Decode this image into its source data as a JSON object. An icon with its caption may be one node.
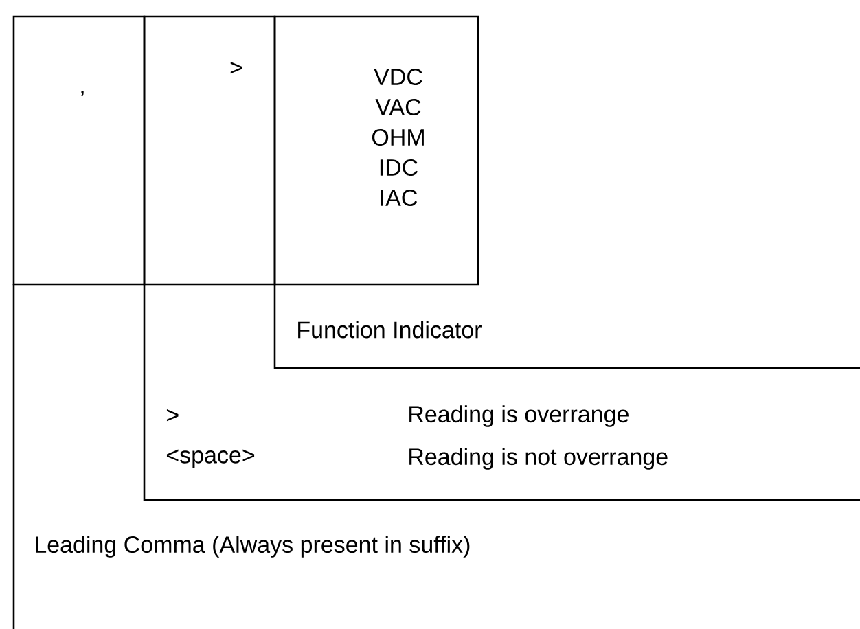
{
  "diagram": {
    "nodes": [
      {
        "text": [
          ","
        ]
      },
      {
        "text": [
          ">"
        ]
      },
      {
        "text": [
          "VDC VAC OHM IDC IAC"
        ]
      }
    ],
    "labels": [
      "Function Indicator",
      ">",
      "Reading is overrange",
      "<space>",
      "Reading is not overrange",
      "Leading Comma (Always present in suffix)"
    ]
  }
}
